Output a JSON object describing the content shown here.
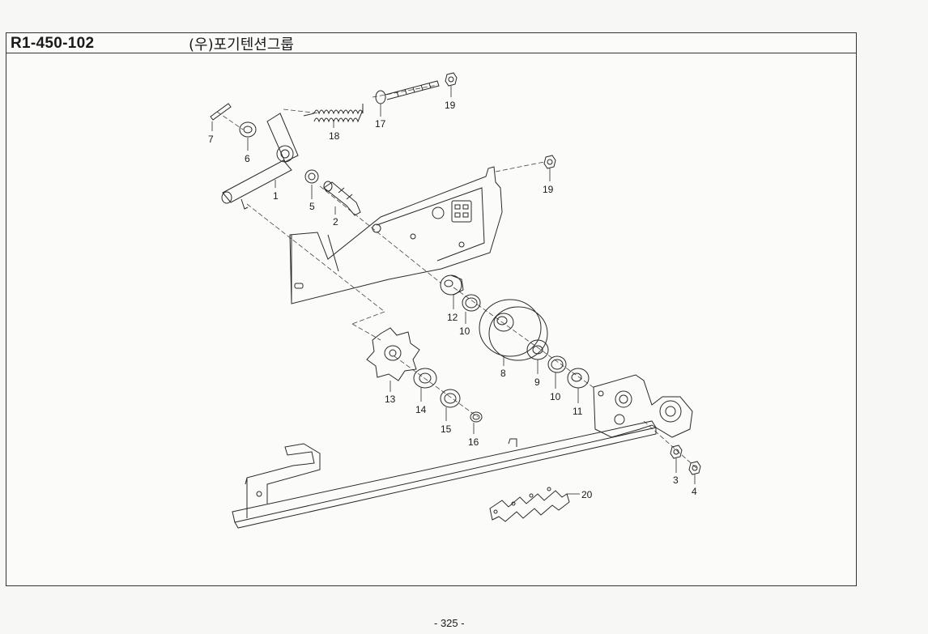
{
  "header": {
    "code": "R1-450-102",
    "title": "(우)포기텐션그룹"
  },
  "footer": {
    "page": "- 325 -"
  },
  "parts": {
    "p1": "1",
    "p2": "2",
    "p3": "3",
    "p4": "4",
    "p5": "5",
    "p6": "6",
    "p7": "7",
    "p8": "8",
    "p9": "9",
    "p10a": "10",
    "p10b": "10",
    "p11": "11",
    "p12": "12",
    "p13": "13",
    "p14": "14",
    "p15": "15",
    "p16": "16",
    "p17": "17",
    "p18": "18",
    "p19a": "19",
    "p19b": "19",
    "p20": "20"
  }
}
